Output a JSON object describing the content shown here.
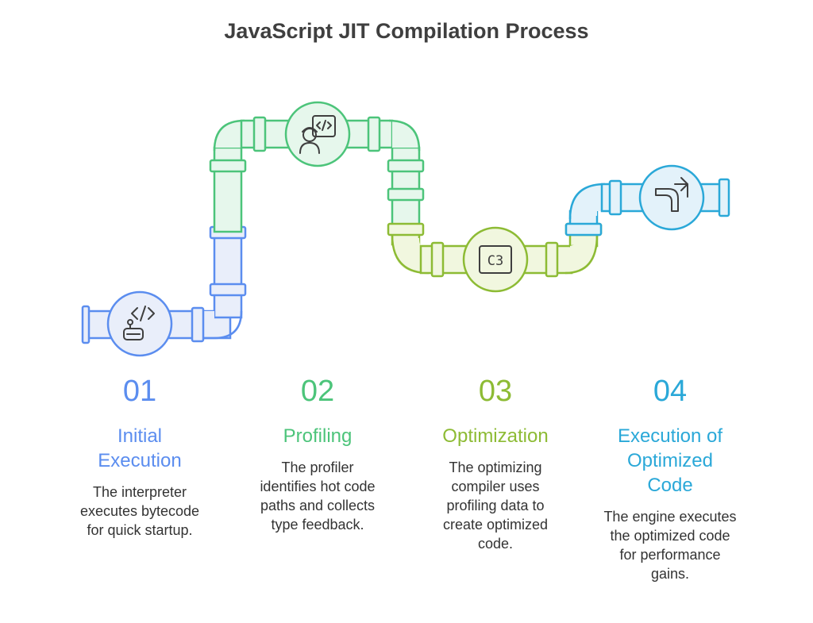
{
  "title": "JavaScript JIT Compilation Process",
  "colors": {
    "blue": "#5b8def",
    "green": "#4cc47a",
    "olive": "#8dbb34",
    "cyan": "#2aa8d8"
  },
  "steps": [
    {
      "number": "01",
      "heading_lines": [
        "Initial",
        "Execution"
      ],
      "desc_lines": [
        "The interpreter",
        "executes bytecode",
        "for quick startup."
      ],
      "icon": "robot-code-icon"
    },
    {
      "number": "02",
      "heading_lines": [
        "Profiling"
      ],
      "desc_lines": [
        "The profiler",
        "identifies hot code",
        "paths and collects",
        "type feedback."
      ],
      "icon": "developer-code-icon"
    },
    {
      "number": "03",
      "heading_lines": [
        "Optimization"
      ],
      "desc_lines": [
        "The optimizing",
        "compiler uses",
        "profiling data to",
        "create optimized",
        "code."
      ],
      "icon": "chip-c3-icon"
    },
    {
      "number": "04",
      "heading_lines": [
        "Execution of",
        "Optimized",
        "Code"
      ],
      "desc_lines": [
        "The engine executes",
        "the optimized code",
        "for performance",
        "gains."
      ],
      "icon": "turn-arrows-icon"
    }
  ],
  "chip_label": "C3"
}
